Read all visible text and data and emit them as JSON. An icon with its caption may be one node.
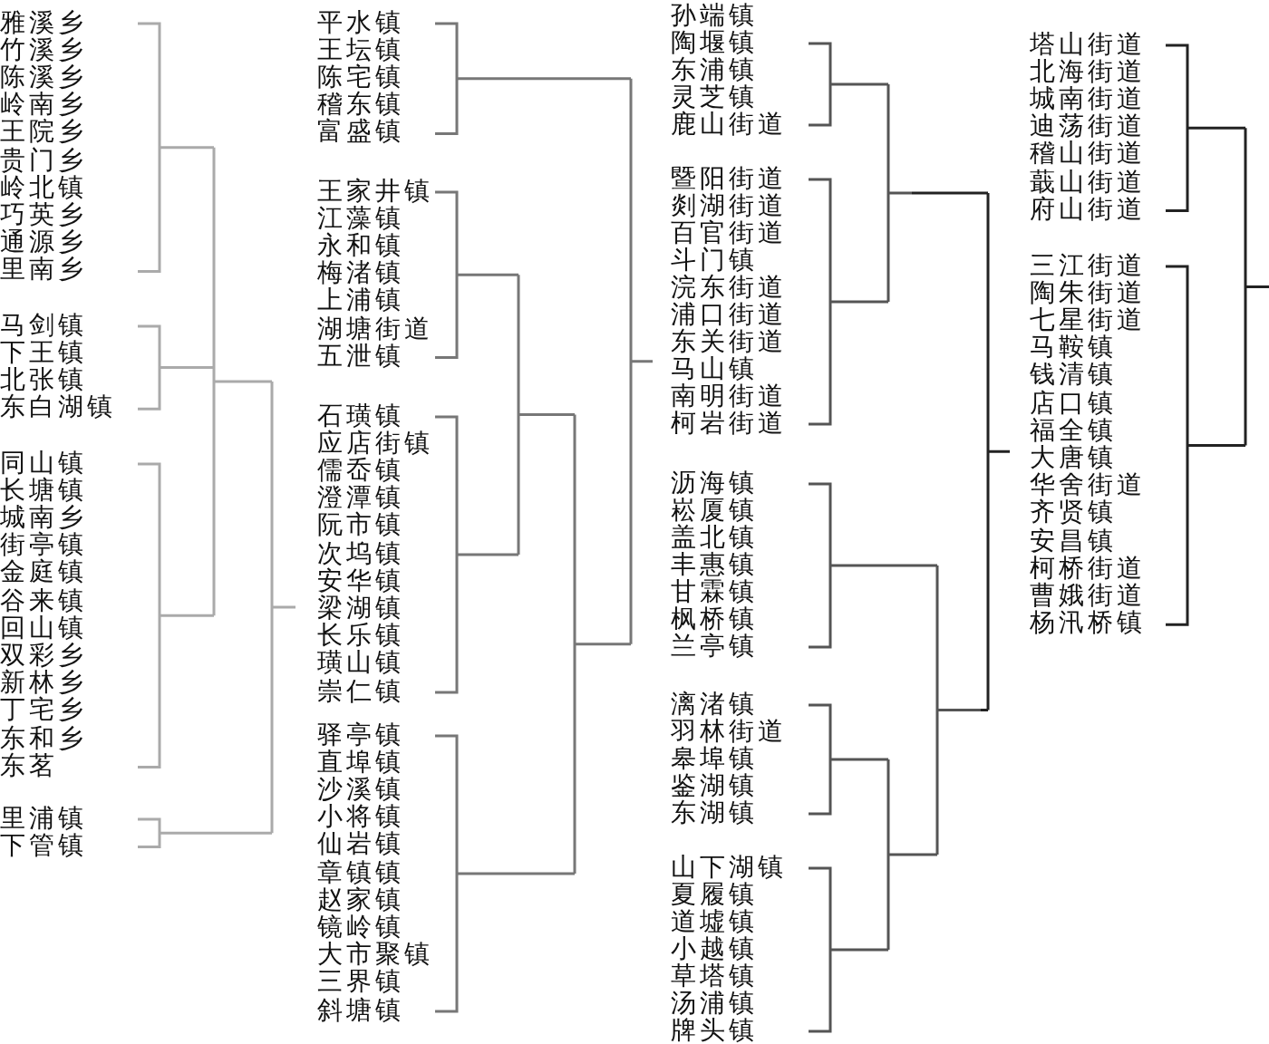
{
  "diagram": {
    "labels": [
      "雅溪乡",
      "竹溪乡",
      "陈溪乡",
      "岭南乡",
      "王院乡",
      "贵门乡",
      "岭北镇",
      "巧英乡",
      "通源乡",
      "里南乡",
      "马剑镇",
      "下王镇",
      "北张镇",
      "东白湖镇",
      "同山镇",
      "长塘镇",
      "城南乡",
      "街亭镇",
      "金庭镇",
      "谷来镇",
      "回山镇",
      "双彩乡",
      "新林乡",
      "丁宅乡",
      "东和乡",
      "东茗",
      "里浦镇",
      "下管镇",
      "平水镇",
      "王坛镇",
      "陈宅镇",
      "稽东镇",
      "富盛镇",
      "王家井镇",
      "江藻镇",
      "永和镇",
      "梅渚镇",
      "上浦镇",
      "湖塘街道",
      "五泄镇",
      "石璜镇",
      "应店街镇",
      "儒岙镇",
      "澄潭镇",
      "阮市镇",
      "次坞镇",
      "安华镇",
      "梁湖镇",
      "长乐镇",
      "璜山镇",
      "崇仁镇",
      "驿亭镇",
      "直埠镇",
      "沙溪镇",
      "小将镇",
      "仙岩镇",
      "章镇镇",
      "赵家镇",
      "镜岭镇",
      "大市聚镇",
      "三界镇",
      "斜塘镇",
      "孙端镇",
      "陶堰镇",
      "东浦镇",
      "灵芝镇",
      "鹿山街道",
      "暨阳街道",
      "剡湖街道",
      "百官街道",
      "斗门镇",
      "浣东街道",
      "浦口街道",
      "东关街道",
      "马山镇",
      "南明街道",
      "柯岩街道",
      "沥海镇",
      "崧厦镇",
      "盖北镇",
      "丰惠镇",
      "甘霖镇",
      "枫桥镇",
      "兰亭镇",
      "漓渚镇",
      "羽林街道",
      "皋埠镇",
      "鉴湖镇",
      "东湖镇",
      "山下湖镇",
      "夏履镇",
      "道墟镇",
      "小越镇",
      "草塔镇",
      "汤浦镇",
      "牌头镇",
      "塔山街道",
      "北海街道",
      "城南街道",
      "迪荡街道",
      "稽山街道",
      "蕺山街道",
      "府山街道",
      "三江街道",
      "陶朱街道",
      "七星街道",
      "马鞍镇",
      "钱清镇",
      "店口镇",
      "福全镇",
      "大唐镇",
      "华舍街道",
      "齐贤镇",
      "安昌镇",
      "柯桥街道",
      "曹娥街道",
      "杨汛桥镇"
    ]
  }
}
